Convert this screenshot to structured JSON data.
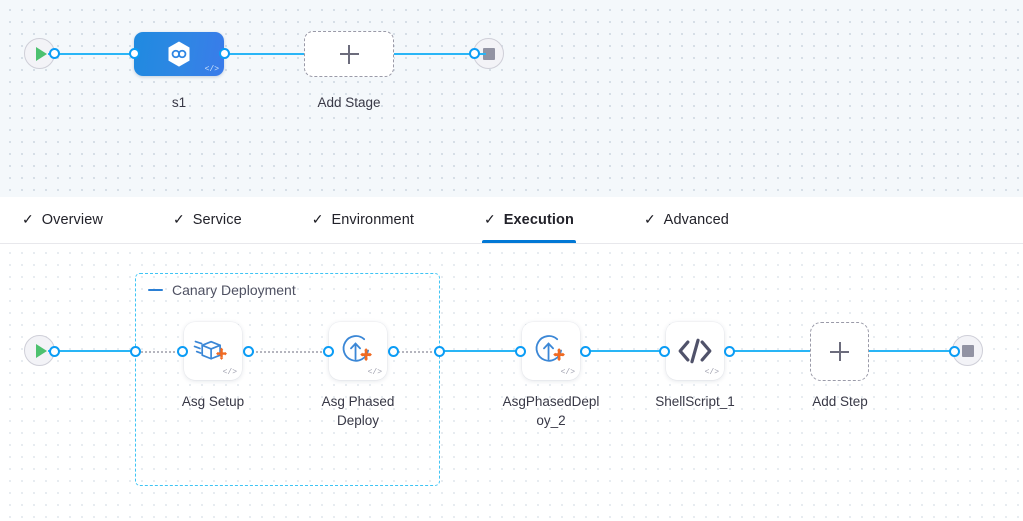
{
  "stage_canvas": {
    "start_node": {
      "name": "pipeline-start",
      "icon": "play-icon"
    },
    "end_node": {
      "name": "pipeline-end",
      "icon": "stop-icon"
    },
    "stage": {
      "label": "s1",
      "icon": "harness-deploy-hexagon-icon",
      "badge": "</>"
    },
    "add_stage": {
      "label": "Add Stage",
      "icon": "plus-icon"
    }
  },
  "tabs": [
    {
      "label": "Overview",
      "icon": "check-icon",
      "active": false
    },
    {
      "label": "Service",
      "icon": "check-icon",
      "active": false
    },
    {
      "label": "Environment",
      "icon": "check-icon",
      "active": false
    },
    {
      "label": "Execution",
      "icon": "check-icon",
      "active": true
    },
    {
      "label": "Advanced",
      "icon": "check-icon",
      "active": false
    }
  ],
  "execution_canvas": {
    "start_node": {
      "name": "execution-start",
      "icon": "play-icon"
    },
    "end_node": {
      "name": "execution-end",
      "icon": "stop-icon"
    },
    "step_group": {
      "title": "Canary Deployment",
      "collapse_icon": "minus-icon"
    },
    "steps": [
      {
        "label": "Asg Setup",
        "icon": "asg-setup-box-icon",
        "badge": "</>"
      },
      {
        "label": "Asg Phased\nDeploy",
        "icon": "asg-phased-deploy-icon",
        "badge": "</>"
      },
      {
        "label": "AsgPhasedDepl\noy_2",
        "icon": "asg-phased-deploy-icon",
        "badge": "</>"
      },
      {
        "label": "ShellScript_1",
        "icon": "shell-script-code-icon",
        "badge": "</>"
      }
    ],
    "add_step": {
      "label": "Add Step",
      "icon": "plus-icon"
    }
  },
  "colors": {
    "accent_blue": "#0278d5",
    "link_blue": "#29b5f6",
    "port_blue": "#0a9cf5",
    "group_border": "#3fc4f4",
    "stage_blue": "#2f86e4",
    "start_green": "#4dc16f",
    "stop_grey": "#9293a3",
    "icon_orange": "#f06a22",
    "stage_canvas_bg": "#f4f8fb",
    "exec_canvas_bg": "#ffffff"
  }
}
